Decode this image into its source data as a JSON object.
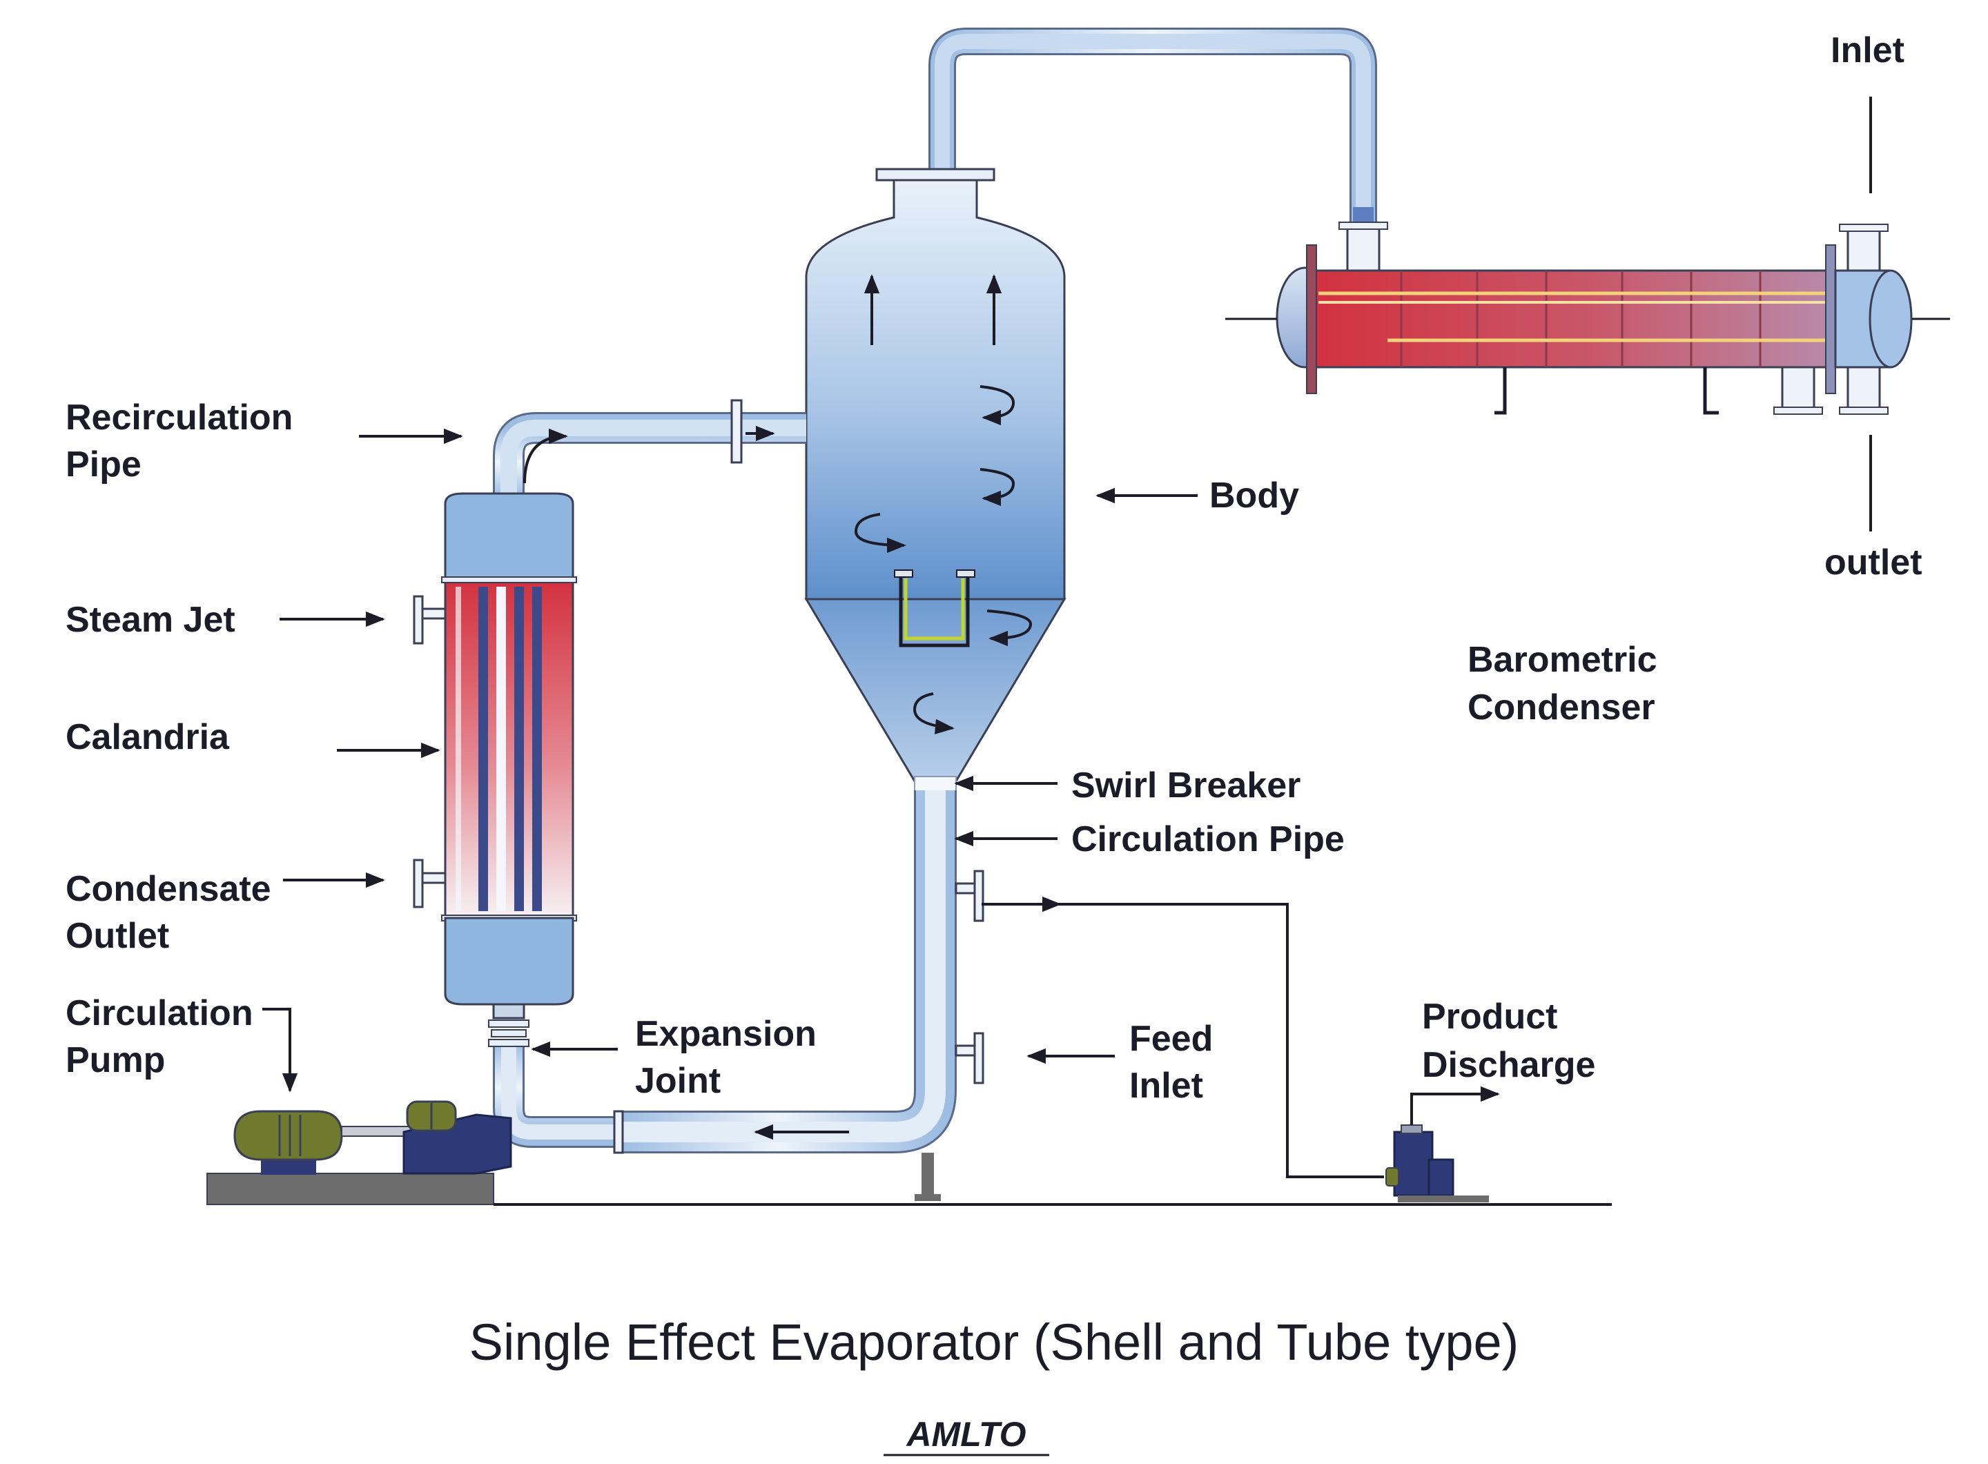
{
  "diagram": {
    "title": "Single Effect Evaporator (Shell and Tube type)",
    "brand": "AMLTO",
    "labels": {
      "recirculation_pipe": [
        "Recirculation",
        "Pipe"
      ],
      "steam_jet": "Steam Jet",
      "calandria": "Calandria",
      "condensate_outlet": [
        "Condensate",
        "Outlet"
      ],
      "circulation_pump": [
        "Circulation",
        "Pump"
      ],
      "expansion_joint": [
        "Expansion",
        "Joint"
      ],
      "body": "Body",
      "swirl_breaker": "Swirl Breaker",
      "circulation_pipe": "Circulation Pipe",
      "feed_inlet": [
        "Feed",
        "Inlet"
      ],
      "product_discharge": [
        "Product",
        "Discharge"
      ],
      "barometric_condenser": [
        "Barometric",
        "Condenser"
      ],
      "inlet": "Inlet",
      "outlet": "outlet"
    },
    "colors": {
      "pipe_blue": "#a9c6e6",
      "vessel_blue": "#8fb6df",
      "hot_red": "#d3313e",
      "outline": "#3a3f55",
      "motor_green": "#6f7a2e",
      "pump_navy": "#2e3a78",
      "ground": "#6d6d6d"
    }
  }
}
